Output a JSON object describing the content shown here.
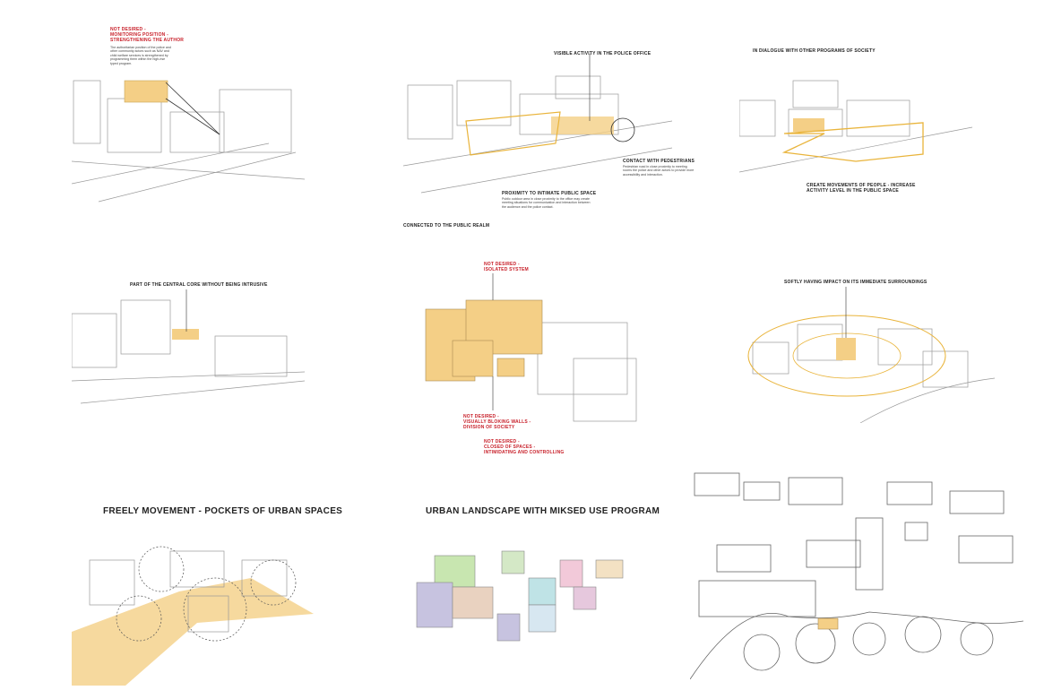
{
  "colors": {
    "highlight": "#f4cf86",
    "line": "#e9b43b",
    "warning": "#c8202a",
    "sketch": "#777"
  },
  "panels": [
    {
      "labels": [
        {
          "text": "Not desired -\nmonitoring position -\nstrengthening the author",
          "warning": true
        }
      ],
      "body": "The authoritarian position of the police and other community actors such as NAV and child welfare services is strengthened by programming them within the high-rise typed program."
    },
    {
      "labels": [
        {
          "text": "Visible activity in the police office"
        },
        {
          "text": "Contact with pedestrians"
        },
        {
          "text": "Proximity to intimate public space"
        },
        {
          "text": "Connected to the public realm"
        }
      ],
      "body_contact": "Pedestrian road in close proximity to meeting rooms the police and other actors to provide more accessibility and interaction.",
      "body_proximity": "Public outdoor area in close proximity to the office may create meeting situations for communication and interaction between the audience and the police contact."
    },
    {
      "labels": [
        {
          "text": "In dialogue with other programs of society"
        },
        {
          "text": "Create movements of people - increase activity level in the public space"
        }
      ]
    },
    {
      "labels": [
        {
          "text": "Part of the central core without being intrusive"
        }
      ]
    },
    {
      "labels": [
        {
          "text": "Not desired -\nisolated system",
          "warning": true
        },
        {
          "text": "Not desired -\nvisually bloking walls -\ndivision of society",
          "warning": true
        },
        {
          "text": "Not desired -\nclosed of spaces -\nintimidating and controlling",
          "warning": true
        }
      ]
    },
    {
      "labels": [
        {
          "text": "Softly having impact on its immediate surroundings"
        }
      ]
    },
    {
      "title": "Freely movement - pockets of urban spaces"
    },
    {
      "title": "Urban landscape with miksed use program"
    },
    {
      "title": ""
    }
  ]
}
